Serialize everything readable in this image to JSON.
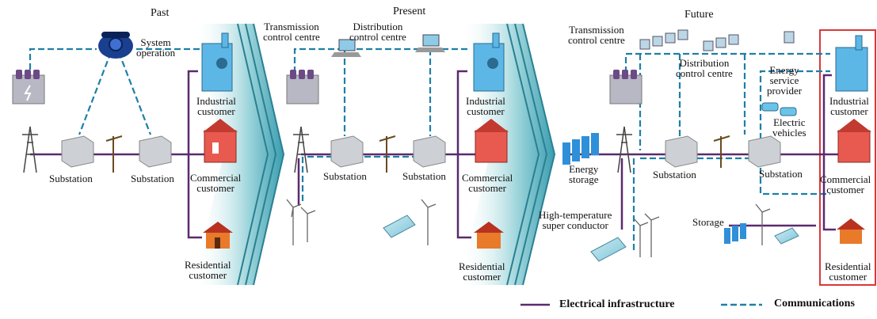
{
  "eras": {
    "past": "Past",
    "present": "Present",
    "future": "Future"
  },
  "labels": {
    "system_operation": [
      "System",
      "operation"
    ],
    "industrial_customer": [
      "Industrial",
      "customer"
    ],
    "commercial_customer": [
      "Commercial",
      "customer"
    ],
    "residential_customer": [
      "Residential",
      "customer"
    ],
    "substation": "Substation",
    "transmission_control_centre": [
      "Transmission",
      "control centre"
    ],
    "distribution_control_centre": [
      "Distribution",
      "control centre"
    ],
    "energy_service_provider": [
      "Energy",
      "service",
      "provider"
    ],
    "electric_vehicles": [
      "Electric",
      "vehicles"
    ],
    "energy_storage": [
      "Energy",
      "storage"
    ],
    "high_temperature_super_conductor": [
      "High-temperature",
      "super conductor"
    ],
    "storage": "Storage",
    "future_industrial_customer": [
      "Industrial",
      "customer"
    ],
    "future_commercial_customer": [
      "Commercial",
      "customer"
    ],
    "future_residential_customer": [
      "Residential",
      "customer"
    ]
  },
  "legend": {
    "electrical": "Electrical infrastructure",
    "communications": "Communications"
  },
  "colors": {
    "electrical": "#5b2a6e",
    "communications": "#1e7fa8",
    "arrow_teal": "#3aa8b8",
    "highlight_box": "#d9383a"
  }
}
